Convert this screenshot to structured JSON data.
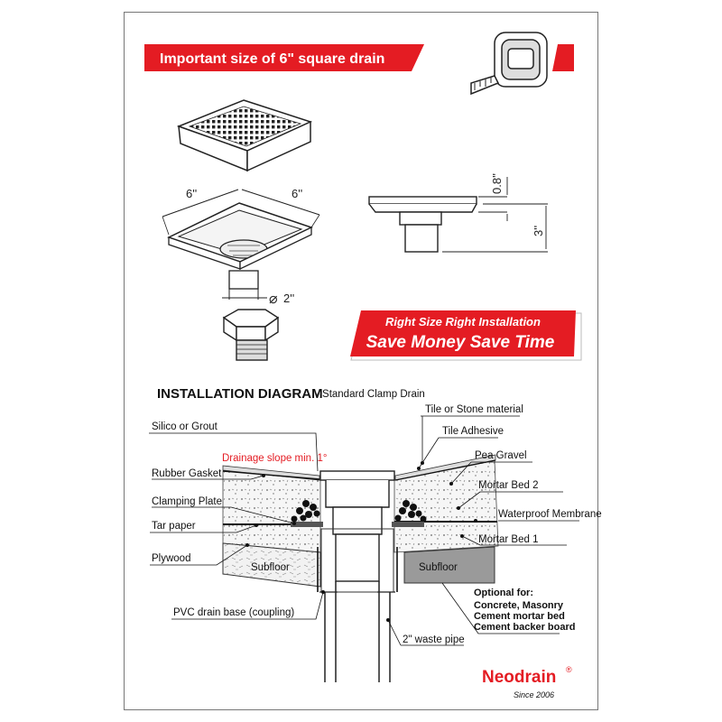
{
  "header": {
    "title": "Important size of 6\" square drain"
  },
  "dimensions": {
    "width_a": "6''",
    "width_b": "6''",
    "flange": "0.8''",
    "depth": "3''",
    "outlet": "2''"
  },
  "promo": {
    "line1": "Right Size Right Installation",
    "line2": "Save Money Save Time"
  },
  "install": {
    "heading": "INSTALLATION DIAGRAM",
    "subheading": "- Standard Clamp Drain"
  },
  "labels": {
    "silico": "Silico or Grout",
    "slope": "Drainage slope min. 1°",
    "gasket": "Rubber Gasket",
    "clamping": "Clamping Plate",
    "tar": "Tar paper",
    "plywood": "Plywood",
    "subfloor_left": "Subfloor",
    "subfloor_right": "Subfloor",
    "pvc": "PVC drain base (coupling)",
    "waste": "2\" waste pipe",
    "tile": "Tile or Stone material",
    "adhesive": "Tile Adhesive",
    "pea": "Pea Gravel",
    "mortar2": "Mortar Bed 2",
    "membrane": "Waterproof Membrane",
    "mortar1": "Mortar Bed 1"
  },
  "optional": {
    "title": "Optional for:",
    "items": [
      "Concrete, Masonry",
      "Cement mortar bed",
      "Cement backer board"
    ]
  },
  "brand": {
    "name": "Neodrain",
    "mark": "®",
    "since": "Since 2006"
  },
  "colors": {
    "accent": "#e41c23",
    "ink": "#111111",
    "gray": "#9a9a9a"
  }
}
